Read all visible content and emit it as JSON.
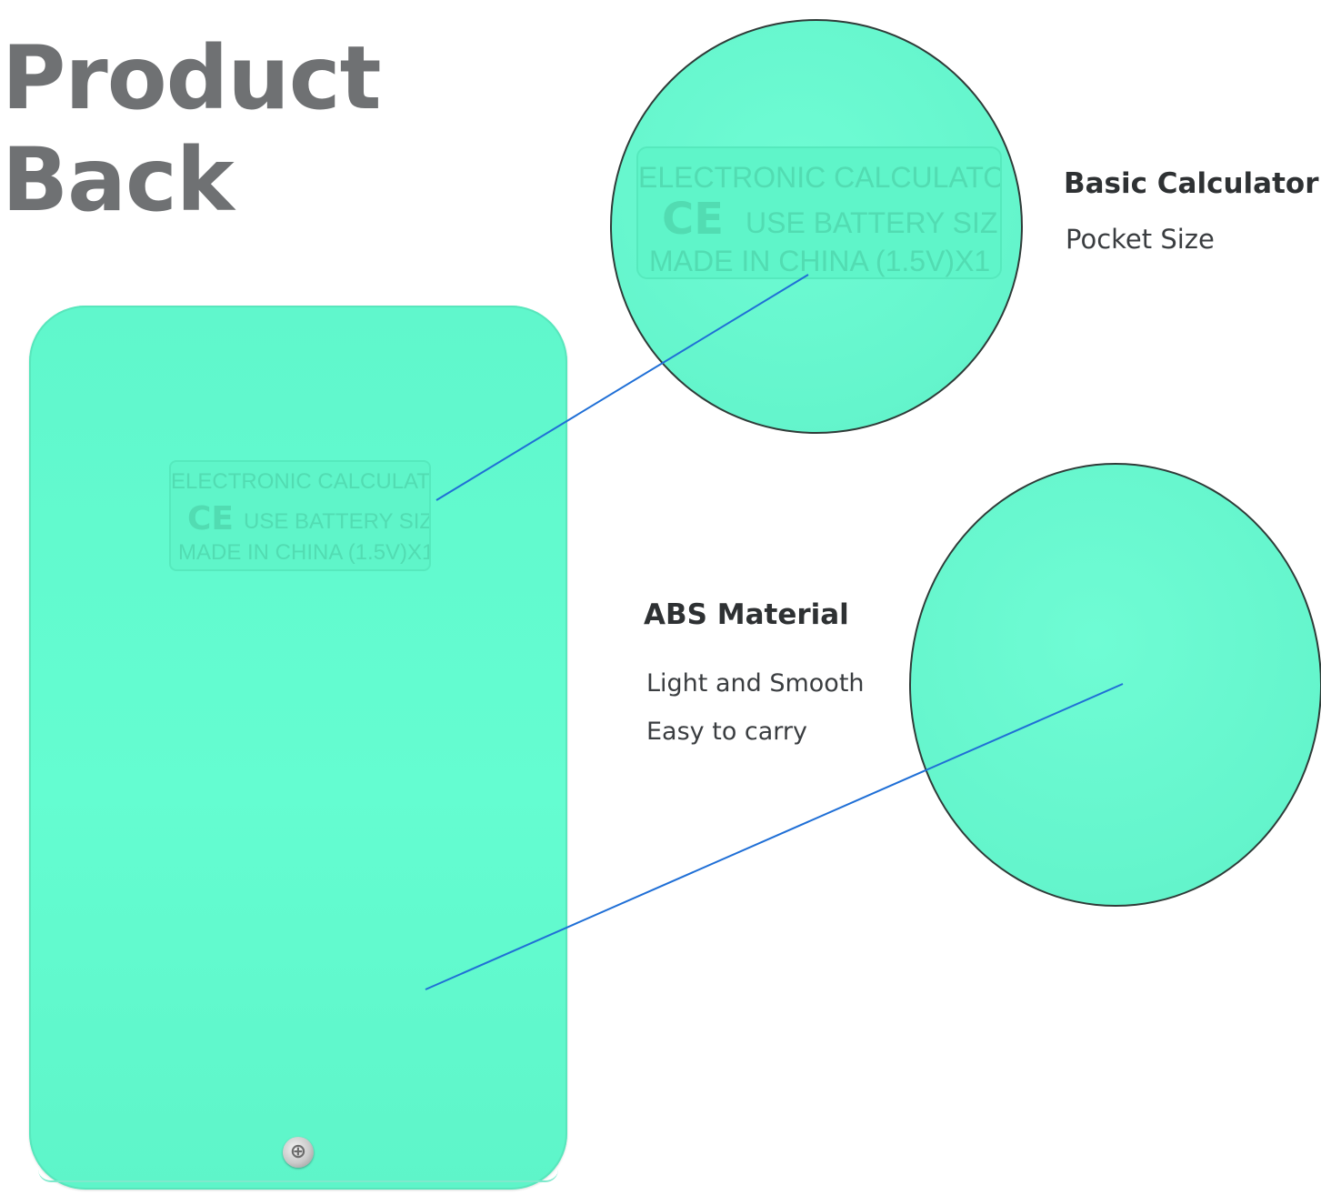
{
  "heading": {
    "line1": "Product",
    "line2": "Back"
  },
  "label_plate": {
    "line1": "ELECTRONIC CALCULATOR",
    "ce_mark": "CE",
    "line2": "USE BATTERY SIZE:",
    "line3": "MADE IN CHINA (1.5V)X1"
  },
  "feature_top": {
    "title": "Basic Calculator",
    "subtitle": "Pocket Size"
  },
  "feature_bottom": {
    "title": "ABS Material",
    "lines": [
      "Light and Smooth",
      "Easy to carry"
    ]
  },
  "colors": {
    "case_mint": "#64fdd1",
    "heading_gray": "#6f7173",
    "callout_line_blue": "#1f6fd6"
  },
  "icons": {
    "screw": "screw-icon"
  }
}
